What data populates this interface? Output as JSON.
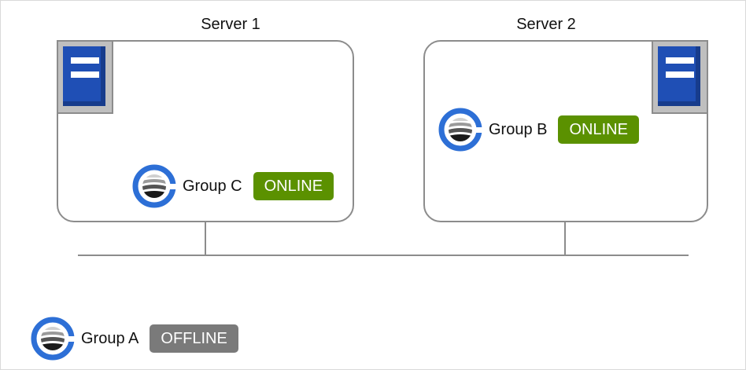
{
  "servers": [
    {
      "name": "Server 1"
    },
    {
      "name": "Server 2"
    }
  ],
  "groups": {
    "c": {
      "name": "Group C",
      "status": "ONLINE"
    },
    "b": {
      "name": "Group B",
      "status": "ONLINE"
    },
    "a": {
      "name": "Group A",
      "status": "OFFLINE"
    }
  },
  "colors": {
    "online": "#5b9100",
    "offline": "#7a7a7a",
    "server_icon_blue": "#1f4fb5",
    "group_icon_blue": "#2d6fd6"
  },
  "icons": {
    "server": "server-icon",
    "group": "failover-group-icon"
  }
}
